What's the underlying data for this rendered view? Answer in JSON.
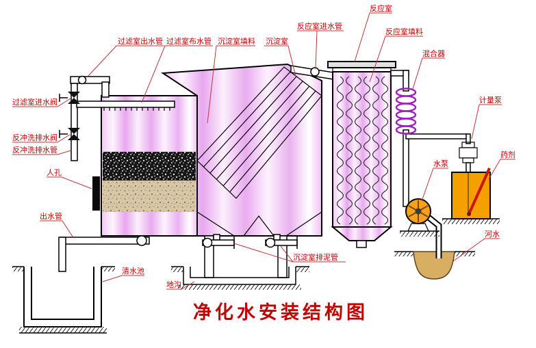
{
  "title": "净化水安装结构图",
  "colors": {
    "label_red": "#c40000",
    "leader_red": "#c43333",
    "tank_pink": "#eec0f2",
    "chemical_orange": "#f59f00",
    "pump_orange": "#f6a21c",
    "pump_blue": "#2b55c0",
    "sand_tan": "#d7c6a8",
    "river_tan": "#d8ae62"
  },
  "labels": {
    "filter_outlet_pipe": "过滤室出水管",
    "filter_distribution_pipe": "过滤室布水管",
    "sedimentation_packing": "沉淀室填料",
    "sedimentation_chamber": "沉淀室",
    "reaction_inlet_pipe": "反应室进水管",
    "reaction_chamber": "反应室",
    "reaction_packing": "反应室填料",
    "mixer": "混合器",
    "metering_pump": "计量泵",
    "chemical": "药剂",
    "water_pump": "水泵",
    "river_water": "河水",
    "filter_inlet_valve": "过滤室进水阀",
    "backwash_drain_valve": "反冲洗排水阀",
    "backwash_drain_pipe": "反冲洗排水管",
    "manhole": "人孔",
    "outlet_pipe": "出水管",
    "clean_water_pool": "清水池",
    "trench": "地沟",
    "sludge_pipe": "沉淀室排泥管"
  }
}
